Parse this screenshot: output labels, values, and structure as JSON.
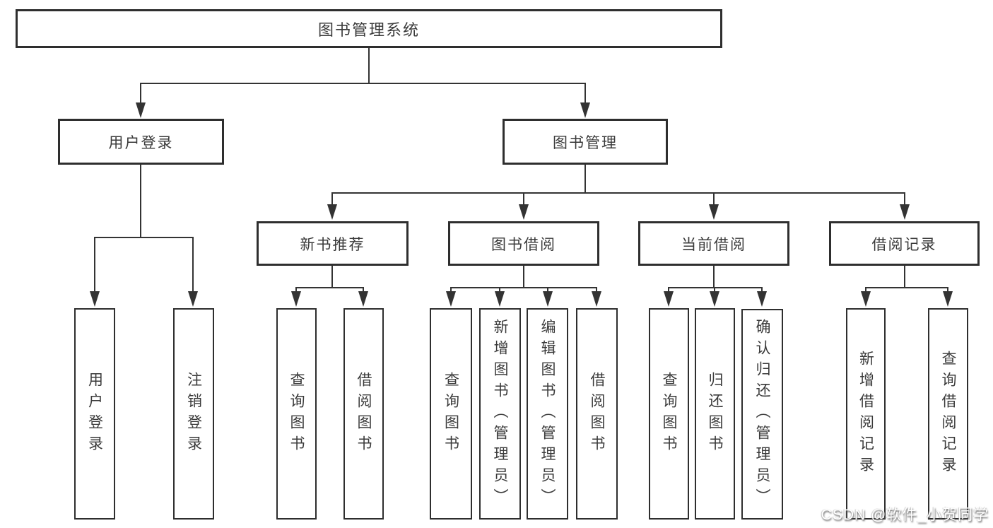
{
  "diagram": {
    "root": {
      "label": "图书管理系统"
    },
    "branches": [
      {
        "label": "用户登录",
        "children": [
          {
            "label": "用户登录"
          },
          {
            "label": "注销登录"
          }
        ]
      },
      {
        "label": "图书管理",
        "children": [
          {
            "label": "新书推荐",
            "children": [
              {
                "label": "查询图书"
              },
              {
                "label": "借阅图书"
              }
            ]
          },
          {
            "label": "图书借阅",
            "children": [
              {
                "label": "查询图书"
              },
              {
                "label": "新增图书（管理员）"
              },
              {
                "label": "编辑图书（管理员）"
              },
              {
                "label": "借阅图书"
              }
            ]
          },
          {
            "label": "当前借阅",
            "children": [
              {
                "label": "查询图书"
              },
              {
                "label": "归还图书"
              },
              {
                "label": "确认归还（管理员）"
              }
            ]
          },
          {
            "label": "借阅记录",
            "children": [
              {
                "label": "新增借阅记录"
              },
              {
                "label": "查询借阅记录"
              }
            ]
          }
        ]
      }
    ],
    "watermark": "CSDN @软件_小贺同学",
    "line_color": "#333333",
    "border_color": "#2e2e2e",
    "text_color": "#3a3a3a"
  }
}
